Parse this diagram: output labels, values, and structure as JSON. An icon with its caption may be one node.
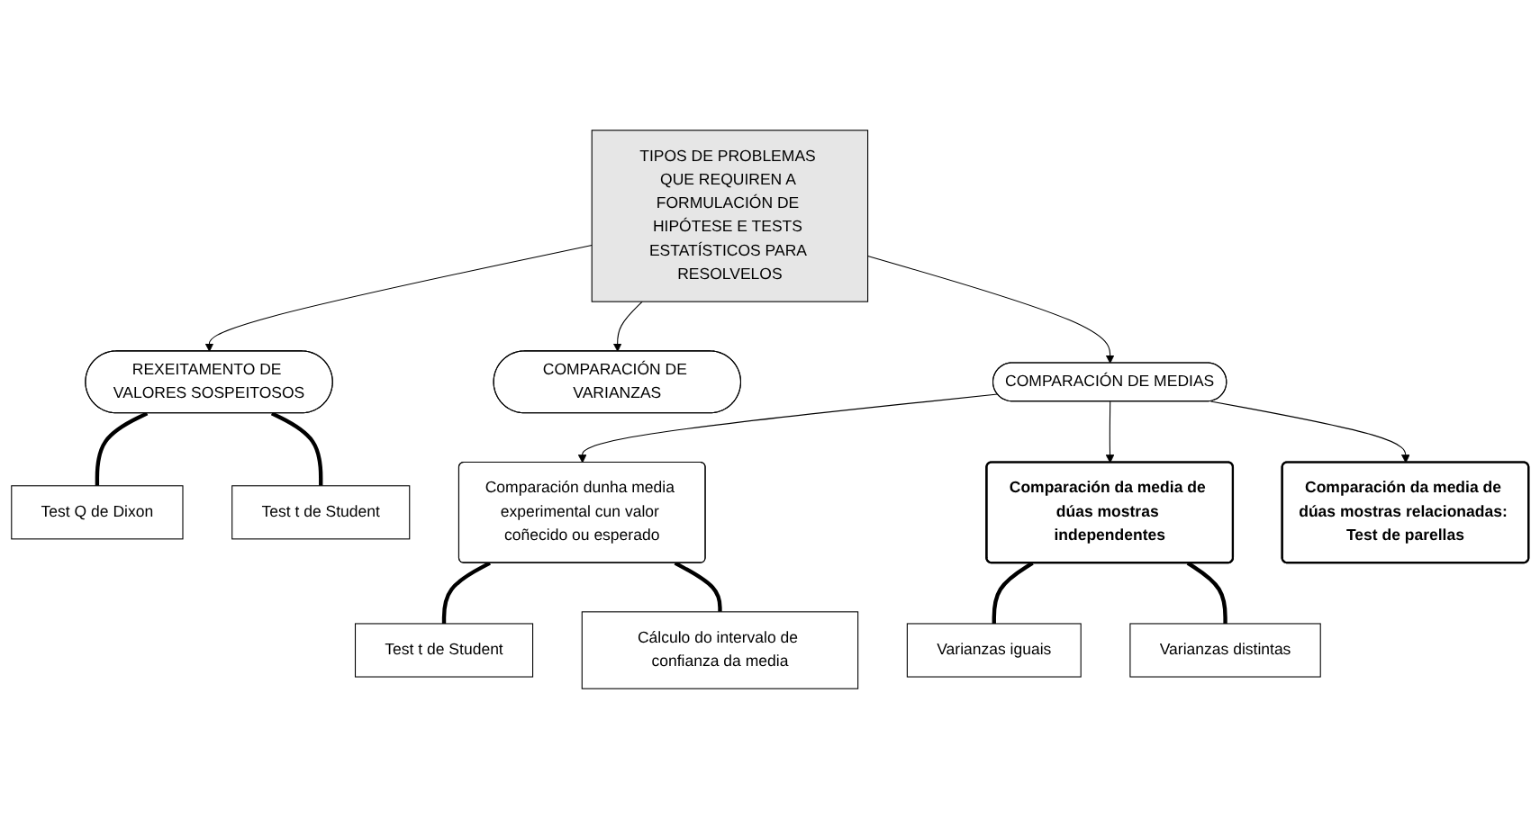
{
  "diagram": {
    "nodes": [
      {
        "text": [
          "TIPOS DE PROBLEMAS QUE REQUIREN A FORMULACIÓN DE HIPÓTESE E TESTS ESTATÍSTICOS PARA RESOLVELOS"
        ]
      },
      {
        "text": [
          "REXEITAMENTO DE VALORES SOSPEITOSOS"
        ]
      },
      {
        "text": [
          "COMPARACIÓN DE VARIANZAS"
        ]
      },
      {
        "text": [
          "COMPARACIÓN DE MEDIAS"
        ]
      },
      {
        "text": [
          "Test Q de Dixon"
        ]
      },
      {
        "text": [
          "Test t de Student"
        ]
      },
      {
        "text": [
          "Comparación dunha media experimental cun valor coñecido ou esperado"
        ]
      },
      {
        "text": [
          "Comparación da media de dúas mostras independentes"
        ]
      },
      {
        "text": [
          "Comparación da media de dúas mostras relacionadas: Test de parellas"
        ]
      },
      {
        "text": [
          "Test t de Student"
        ]
      },
      {
        "text": [
          "Cálculo do intervalo de confianza da media"
        ]
      },
      {
        "text": [
          "Varianzas iguais"
        ]
      },
      {
        "text": [
          "Varianzas distintas"
        ]
      }
    ],
    "edges": [
      {
        "from": 0,
        "to": 1,
        "arrow": "to"
      },
      {
        "from": 0,
        "to": 2,
        "arrow": "to"
      },
      {
        "from": 0,
        "to": 3,
        "arrow": "to"
      },
      {
        "from": 1,
        "to": 4,
        "arrow": "none",
        "style": "thick"
      },
      {
        "from": 1,
        "to": 5,
        "arrow": "none",
        "style": "thick"
      },
      {
        "from": 3,
        "to": 6,
        "arrow": "to"
      },
      {
        "from": 3,
        "to": 7,
        "arrow": "to"
      },
      {
        "from": 3,
        "to": 8,
        "arrow": "to"
      },
      {
        "from": 6,
        "to": 9,
        "arrow": "none",
        "style": "thick"
      },
      {
        "from": 6,
        "to": 10,
        "arrow": "none",
        "style": "thick"
      },
      {
        "from": 7,
        "to": 11,
        "arrow": "none",
        "style": "thick"
      },
      {
        "from": 7,
        "to": 12,
        "arrow": "none",
        "style": "thick"
      }
    ]
  }
}
